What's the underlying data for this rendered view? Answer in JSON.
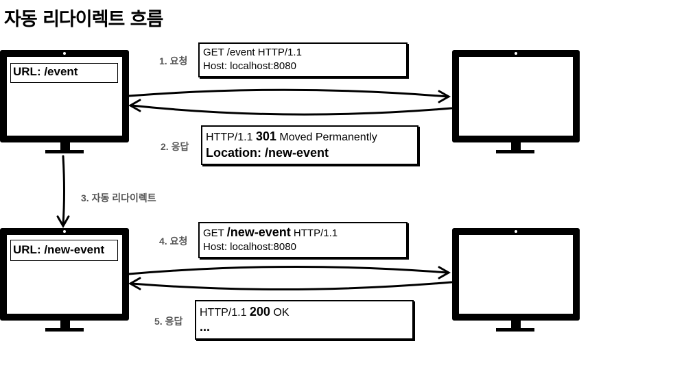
{
  "title": "자동 리다이렉트 흐름",
  "client_top": {
    "url": "URL: /event"
  },
  "client_bottom": {
    "url": "URL: /new-event"
  },
  "steps": {
    "s1": "1. 요청",
    "s2": "2. 응답",
    "s3": "3. 자동 리다이렉트",
    "s4": "4. 요청",
    "s5": "5. 응답"
  },
  "request1": {
    "line1": "GET /event HTTP/1.1",
    "line2": "Host: localhost:8080"
  },
  "response1": {
    "line1_pre": "HTTP/1.1 ",
    "status": "301",
    "line1_post": " Moved Permanently",
    "line2": "Location: /new-event"
  },
  "request2": {
    "line1_pre": "GET ",
    "path": "/new-event",
    "line1_post": " HTTP/1.1",
    "line2": "Host: localhost:8080"
  },
  "response2": {
    "line1_pre": "HTTP/1.1 ",
    "status": "200",
    "line1_post": " OK",
    "line2": "..."
  }
}
